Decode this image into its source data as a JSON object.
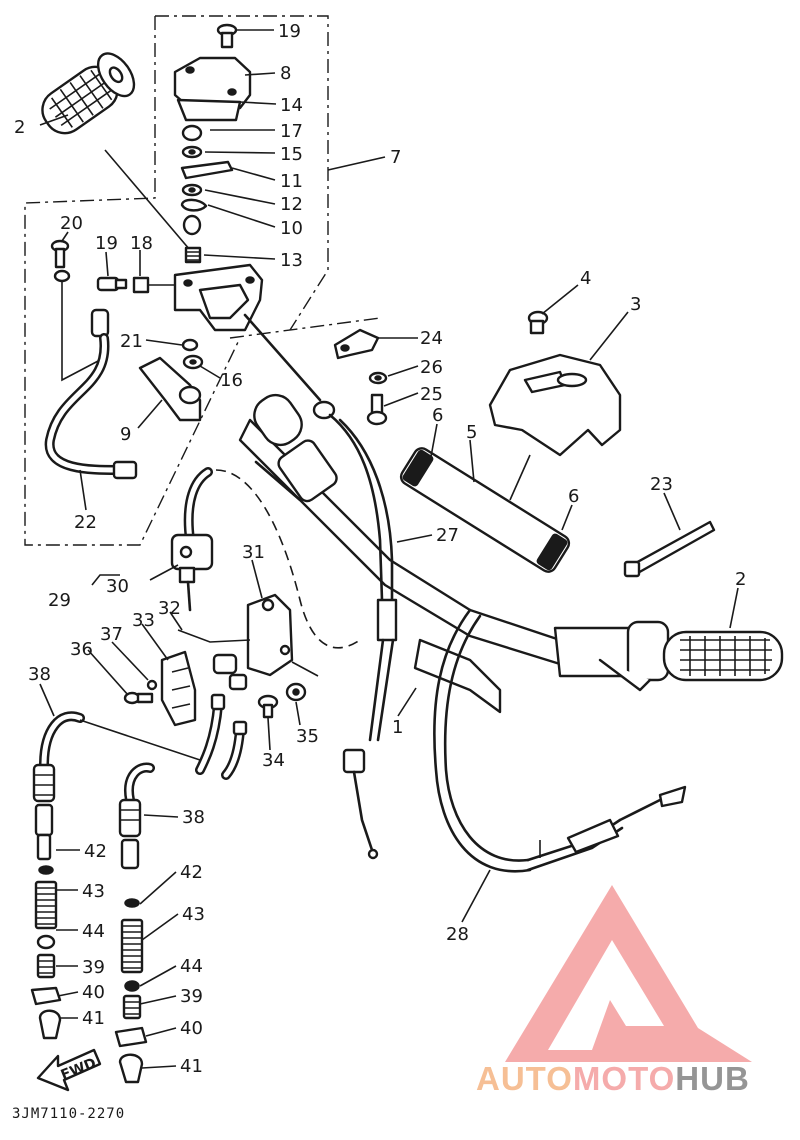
{
  "diagram": {
    "part_code": "3JM7110-2270",
    "direction_label": "FWD",
    "callouts": [
      {
        "id": "c19a",
        "text": "19"
      },
      {
        "id": "c8",
        "text": "8"
      },
      {
        "id": "c14",
        "text": "14"
      },
      {
        "id": "c17",
        "text": "17"
      },
      {
        "id": "c15",
        "text": "15"
      },
      {
        "id": "c11",
        "text": "11"
      },
      {
        "id": "c12",
        "text": "12"
      },
      {
        "id": "c10",
        "text": "10"
      },
      {
        "id": "c13",
        "text": "13"
      },
      {
        "id": "c7",
        "text": "7"
      },
      {
        "id": "c2a",
        "text": "2"
      },
      {
        "id": "c20",
        "text": "20"
      },
      {
        "id": "c19b",
        "text": "19"
      },
      {
        "id": "c18",
        "text": "18"
      },
      {
        "id": "c21",
        "text": "21"
      },
      {
        "id": "c16",
        "text": "16"
      },
      {
        "id": "c9",
        "text": "9"
      },
      {
        "id": "c22",
        "text": "22"
      },
      {
        "id": "c4",
        "text": "4"
      },
      {
        "id": "c3",
        "text": "3"
      },
      {
        "id": "c24",
        "text": "24"
      },
      {
        "id": "c26",
        "text": "26"
      },
      {
        "id": "c25",
        "text": "25"
      },
      {
        "id": "c6a",
        "text": "6"
      },
      {
        "id": "c5",
        "text": "5"
      },
      {
        "id": "c6b",
        "text": "6"
      },
      {
        "id": "c23",
        "text": "23"
      },
      {
        "id": "c27",
        "text": "27"
      },
      {
        "id": "c2b",
        "text": "2"
      },
      {
        "id": "c29",
        "text": "29"
      },
      {
        "id": "c30",
        "text": "30"
      },
      {
        "id": "c31",
        "text": "31"
      },
      {
        "id": "c32",
        "text": "32"
      },
      {
        "id": "c33",
        "text": "33"
      },
      {
        "id": "c37",
        "text": "37"
      },
      {
        "id": "c36",
        "text": "36"
      },
      {
        "id": "c35",
        "text": "35"
      },
      {
        "id": "c34",
        "text": "34"
      },
      {
        "id": "c1",
        "text": "1"
      },
      {
        "id": "c38a",
        "text": "38"
      },
      {
        "id": "c38b",
        "text": "38"
      },
      {
        "id": "c42a",
        "text": "42"
      },
      {
        "id": "c43a",
        "text": "43"
      },
      {
        "id": "c44a",
        "text": "44"
      },
      {
        "id": "c39a",
        "text": "39"
      },
      {
        "id": "c40a",
        "text": "40"
      },
      {
        "id": "c41a",
        "text": "41"
      },
      {
        "id": "c42b",
        "text": "42"
      },
      {
        "id": "c43b",
        "text": "43"
      },
      {
        "id": "c44b",
        "text": "44"
      },
      {
        "id": "c39b",
        "text": "39"
      },
      {
        "id": "c40b",
        "text": "40"
      },
      {
        "id": "c41b",
        "text": "41"
      },
      {
        "id": "c28",
        "text": "28"
      }
    ]
  },
  "watermark": {
    "brand_part1": "AUTO",
    "brand_part2": "MOTO",
    "brand_part3": "HUB",
    "color_primary": "#f4a3a3",
    "color_secondary": "#f6b98a",
    "color_dark": "#8a8a8a"
  }
}
